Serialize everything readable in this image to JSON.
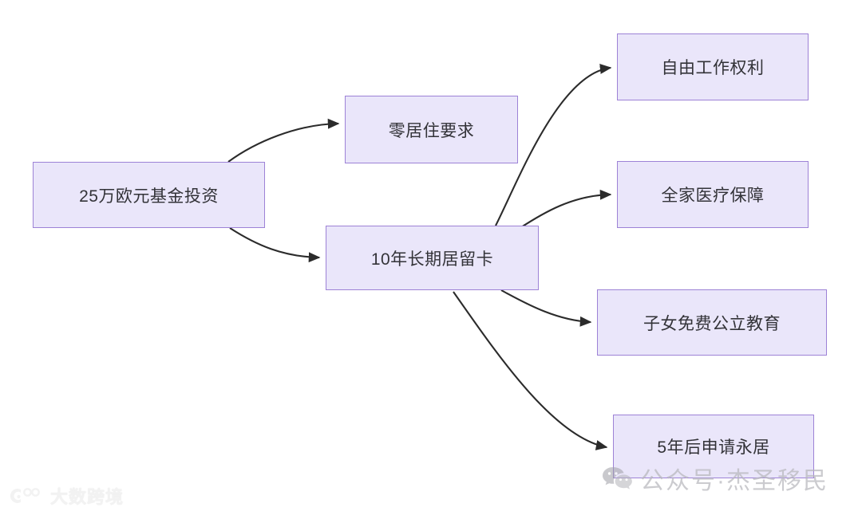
{
  "diagram": {
    "type": "flowchart",
    "direction": "left-to-right",
    "background_color": "#ffffff",
    "node_fill_color": "#eae6fa",
    "node_border_color": "#9d82d6",
    "node_text_color": "#333338",
    "edge_color": "#2b2b2b",
    "nodes": [
      {
        "id": "root",
        "label": "25万欧元基金投资"
      },
      {
        "id": "zero",
        "label": "零居住要求"
      },
      {
        "id": "card",
        "label": "10年长期居留卡"
      },
      {
        "id": "work",
        "label": "自由工作权利"
      },
      {
        "id": "health",
        "label": "全家医疗保障"
      },
      {
        "id": "education",
        "label": "子女免费公立教育"
      },
      {
        "id": "pr",
        "label": "5年后申请永居"
      }
    ],
    "edges": [
      {
        "from": "root",
        "to": "zero"
      },
      {
        "from": "root",
        "to": "card"
      },
      {
        "from": "card",
        "to": "work"
      },
      {
        "from": "card",
        "to": "health"
      },
      {
        "from": "card",
        "to": "education"
      },
      {
        "from": "card",
        "to": "pr"
      }
    ]
  },
  "watermarks": {
    "left": {
      "icon": "dashukuajing-logo-icon",
      "text": "大数跨境"
    },
    "right": {
      "icon": "wechat-icon",
      "text": "公众号·杰圣移民"
    }
  }
}
